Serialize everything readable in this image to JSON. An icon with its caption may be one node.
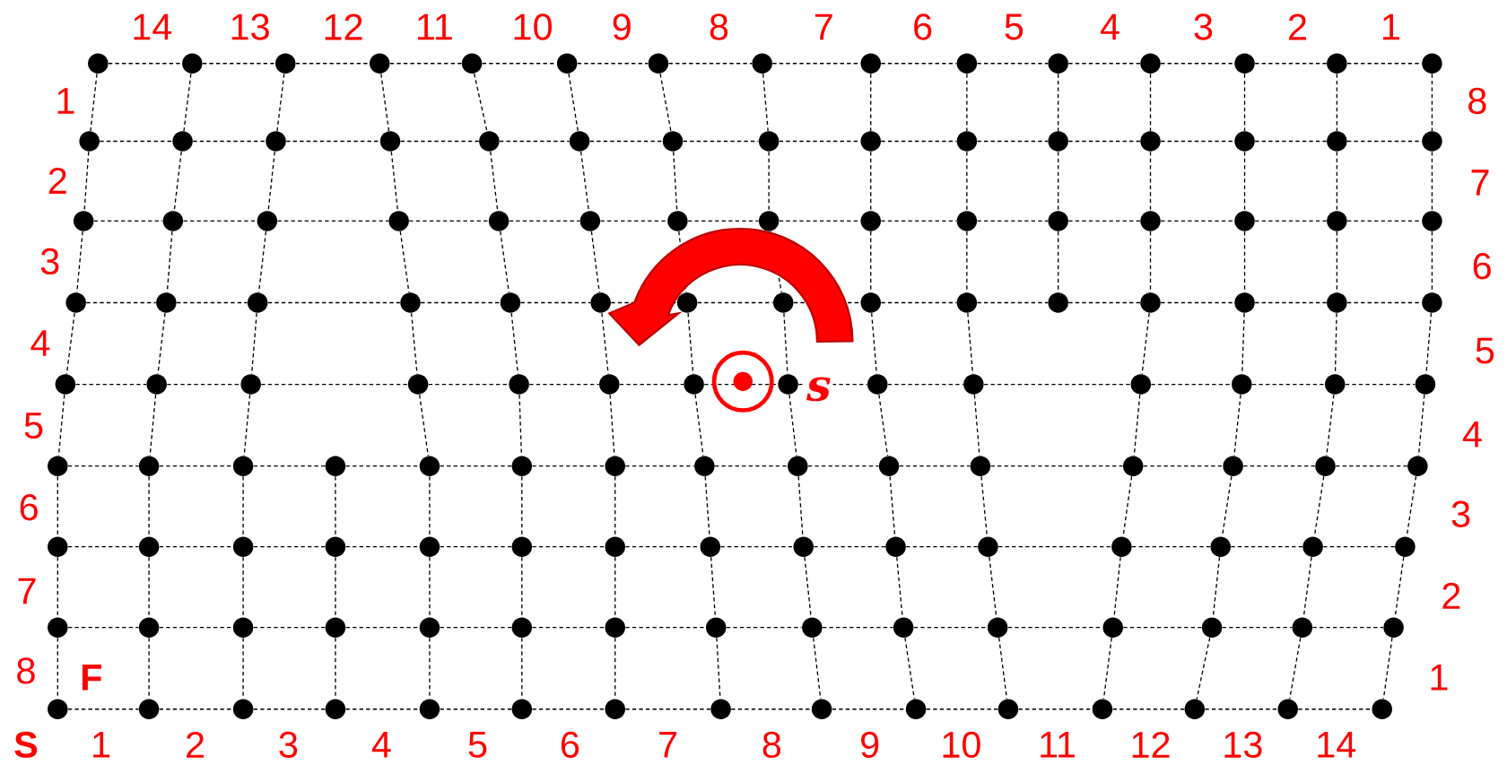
{
  "diagram": {
    "nodes": [
      {
        "text": [],
        "shape": "circle"
      },
      {
        "text": [],
        "shape": "circle"
      },
      {
        "text": [],
        "shape": "circle"
      },
      {
        "text": [],
        "shape": "circle"
      },
      {
        "text": [],
        "shape": "circle"
      },
      {
        "text": [],
        "shape": "circle"
      },
      {
        "text": [],
        "shape": "circle"
      },
      {
        "text": [],
        "shape": "circle"
      },
      {
        "text": [],
        "shape": "circle"
      },
      {
        "text": [],
        "shape": "circle"
      },
      {
        "text": [],
        "shape": "circle"
      },
      {
        "text": [],
        "shape": "circle"
      },
      {
        "text": [],
        "shape": "circle"
      },
      {
        "text": [],
        "shape": "circle"
      },
      {
        "text": [],
        "shape": "circle"
      },
      {
        "text": [],
        "shape": "circle"
      },
      {
        "text": [],
        "shape": "circle"
      },
      {
        "text": [],
        "shape": "circle"
      },
      {
        "text": [],
        "shape": "circle"
      },
      {
        "text": [],
        "shape": "circle"
      },
      {
        "text": [],
        "shape": "circle"
      },
      {
        "text": [],
        "shape": "circle"
      },
      {
        "text": [],
        "shape": "circle"
      },
      {
        "text": [],
        "shape": "circle"
      },
      {
        "text": [],
        "shape": "circle"
      },
      {
        "text": [],
        "shape": "circle"
      },
      {
        "text": [],
        "shape": "circle"
      },
      {
        "text": [],
        "shape": "circle"
      },
      {
        "text": [],
        "shape": "circle"
      },
      {
        "text": [],
        "shape": "circle"
      },
      {
        "text": [],
        "shape": "circle"
      },
      {
        "text": [],
        "shape": "circle"
      },
      {
        "text": [],
        "shape": "circle"
      },
      {
        "text": [],
        "shape": "circle"
      },
      {
        "text": [],
        "shape": "circle"
      },
      {
        "text": [],
        "shape": "circle"
      },
      {
        "text": [],
        "shape": "circle"
      },
      {
        "text": [],
        "shape": "circle"
      },
      {
        "text": [],
        "shape": "circle"
      },
      {
        "text": [],
        "shape": "circle"
      },
      {
        "text": [],
        "shape": "circle"
      },
      {
        "text": [],
        "shape": "circle"
      },
      {
        "text": [],
        "shape": "circle"
      },
      {
        "text": [],
        "shape": "circle"
      },
      {
        "text": [],
        "shape": "circle"
      },
      {
        "text": [],
        "shape": "circle"
      },
      {
        "text": [],
        "shape": "circle"
      },
      {
        "text": [],
        "shape": "circle"
      },
      {
        "text": [],
        "shape": "circle"
      },
      {
        "text": [],
        "shape": "circle"
      },
      {
        "text": [],
        "shape": "circle"
      },
      {
        "text": [],
        "shape": "circle"
      },
      {
        "text": [],
        "shape": "circle"
      },
      {
        "text": [],
        "shape": "circle"
      },
      {
        "text": [],
        "shape": "circle"
      },
      {
        "text": [],
        "shape": "circle"
      },
      {
        "text": [],
        "shape": "circle"
      },
      {
        "text": [],
        "shape": "circle"
      },
      {
        "text": [],
        "shape": "circle"
      },
      {
        "text": [],
        "shape": "circle"
      },
      {
        "text": [],
        "shape": "circle"
      },
      {
        "text": [],
        "shape": "circle"
      },
      {
        "text": [],
        "shape": "circle"
      },
      {
        "text": [],
        "shape": "circle"
      },
      {
        "text": [],
        "shape": "circle"
      },
      {
        "text": [],
        "shape": "circle"
      },
      {
        "text": [],
        "shape": "circle"
      },
      {
        "text": [],
        "shape": "circle"
      },
      {
        "text": [],
        "shape": "circle"
      },
      {
        "text": [],
        "shape": "circle"
      },
      {
        "text": [],
        "shape": "circle"
      },
      {
        "text": [],
        "shape": "circle"
      },
      {
        "text": [],
        "shape": "circle"
      },
      {
        "text": [],
        "shape": "circle"
      },
      {
        "text": [],
        "shape": "circle"
      },
      {
        "text": [],
        "shape": "circle"
      },
      {
        "text": [],
        "shape": "circle"
      },
      {
        "text": [],
        "shape": "circle"
      },
      {
        "text": [],
        "shape": "circle"
      },
      {
        "text": [],
        "shape": "circle"
      },
      {
        "text": [],
        "shape": "circle"
      },
      {
        "text": [],
        "shape": "circle"
      },
      {
        "text": [],
        "shape": "circle"
      },
      {
        "text": [],
        "shape": "circle"
      },
      {
        "text": [],
        "shape": "circle"
      },
      {
        "text": [],
        "shape": "circle"
      },
      {
        "text": [],
        "shape": "circle"
      },
      {
        "text": [],
        "shape": "circle"
      },
      {
        "text": [],
        "shape": "circle"
      },
      {
        "text": [],
        "shape": "circle"
      },
      {
        "text": [],
        "shape": "circle"
      },
      {
        "text": [],
        "shape": "circle"
      },
      {
        "text": [],
        "shape": "circle"
      },
      {
        "text": [],
        "shape": "circle"
      },
      {
        "text": [],
        "shape": "circle"
      },
      {
        "text": [],
        "shape": "circle"
      },
      {
        "text": [],
        "shape": "circle"
      },
      {
        "text": [],
        "shape": "circle"
      },
      {
        "text": [],
        "shape": "circle"
      },
      {
        "text": [],
        "shape": "circle"
      },
      {
        "text": [],
        "shape": "circle"
      },
      {
        "text": [],
        "shape": "circle"
      },
      {
        "text": [],
        "shape": "circle"
      },
      {
        "text": [],
        "shape": "circle"
      },
      {
        "text": [],
        "shape": "circle"
      },
      {
        "text": [],
        "shape": "circle"
      },
      {
        "text": [],
        "shape": "circle"
      },
      {
        "text": [],
        "shape": "circle"
      },
      {
        "text": [],
        "shape": "circle"
      },
      {
        "text": [],
        "shape": "circle"
      },
      {
        "text": [],
        "shape": "circle"
      },
      {
        "text": [],
        "shape": "circle"
      },
      {
        "text": [],
        "shape": "circle"
      },
      {
        "text": [],
        "shape": "circle"
      },
      {
        "text": [],
        "shape": "circle"
      },
      {
        "text": [],
        "shape": "circle"
      },
      {
        "text": [],
        "shape": "circle"
      },
      {
        "text": [],
        "shape": "circle"
      },
      {
        "text": [],
        "shape": "circle"
      },
      {
        "text": [],
        "shape": "circle"
      },
      {
        "text": [],
        "shape": "circle"
      },
      {
        "text": [],
        "shape": "circle"
      },
      {
        "text": [],
        "shape": "circle"
      },
      {
        "text": [],
        "shape": "circle"
      },
      {
        "text": [],
        "shape": "circle"
      },
      {
        "text": [],
        "shape": "circle"
      },
      {
        "text": [],
        "shape": "circle"
      },
      {
        "text": [],
        "shape": "circle"
      },
      {
        "text": [],
        "shape": "circle"
      },
      {
        "text": [],
        "shape": "circle"
      },
      {
        "text": [],
        "shape": "circle"
      },
      {
        "text": [],
        "shape": "circle"
      },
      {
        "text": [],
        "shape": "circle"
      },
      {
        "text": [],
        "shape": "circle"
      }
    ],
    "edges": [
      {
        "from": 0,
        "to": 1,
        "arrow": "none",
        "style": "dashed"
      },
      {
        "from": 1,
        "to": 2,
        "arrow": "none",
        "style": "dashed"
      },
      {
        "from": 2,
        "to": 3,
        "arrow": "none",
        "style": "dashed"
      },
      {
        "from": 3,
        "to": 4,
        "arrow": "none",
        "style": "dashed"
      },
      {
        "from": 4,
        "to": 5,
        "arrow": "none",
        "style": "dashed"
      },
      {
        "from": 5,
        "to": 6,
        "arrow": "none",
        "style": "dashed"
      },
      {
        "from": 6,
        "to": 7,
        "arrow": "none",
        "style": "dashed"
      },
      {
        "from": 7,
        "to": 8,
        "arrow": "none",
        "style": "dashed"
      },
      {
        "from": 8,
        "to": 9,
        "arrow": "none",
        "style": "dashed"
      },
      {
        "from": 9,
        "to": 10,
        "arrow": "none",
        "style": "dashed"
      },
      {
        "from": 10,
        "to": 11,
        "arrow": "none",
        "style": "dashed"
      },
      {
        "from": 11,
        "to": 12,
        "arrow": "none",
        "style": "dashed"
      },
      {
        "from": 12,
        "to": 13,
        "arrow": "none",
        "style": "dashed"
      },
      {
        "from": 13,
        "to": 14,
        "arrow": "none",
        "style": "dashed"
      },
      {
        "from": 15,
        "to": 16,
        "arrow": "none",
        "style": "dashed"
      },
      {
        "from": 16,
        "to": 17,
        "arrow": "none",
        "style": "dashed"
      },
      {
        "from": 17,
        "to": 18,
        "arrow": "none",
        "style": "dashed"
      },
      {
        "from": 18,
        "to": 19,
        "arrow": "none",
        "style": "dashed"
      },
      {
        "from": 19,
        "to": 20,
        "arrow": "none",
        "style": "dashed"
      },
      {
        "from": 20,
        "to": 21,
        "arrow": "none",
        "style": "dashed"
      },
      {
        "from": 21,
        "to": 22,
        "arrow": "none",
        "style": "dashed"
      },
      {
        "from": 22,
        "to": 23,
        "arrow": "none",
        "style": "dashed"
      },
      {
        "from": 23,
        "to": 24,
        "arrow": "none",
        "style": "dashed"
      },
      {
        "from": 24,
        "to": 25,
        "arrow": "none",
        "style": "dashed"
      },
      {
        "from": 25,
        "to": 26,
        "arrow": "none",
        "style": "dashed"
      },
      {
        "from": 26,
        "to": 27,
        "arrow": "none",
        "style": "dashed"
      },
      {
        "from": 27,
        "to": 28,
        "arrow": "none",
        "style": "dashed"
      },
      {
        "from": 28,
        "to": 29,
        "arrow": "none",
        "style": "dashed"
      },
      {
        "from": 30,
        "to": 31,
        "arrow": "none",
        "style": "dashed"
      },
      {
        "from": 31,
        "to": 32,
        "arrow": "none",
        "style": "dashed"
      },
      {
        "from": 32,
        "to": 33,
        "arrow": "none",
        "style": "dashed"
      },
      {
        "from": 33,
        "to": 34,
        "arrow": "none",
        "style": "dashed"
      },
      {
        "from": 34,
        "to": 35,
        "arrow": "none",
        "style": "dashed"
      },
      {
        "from": 35,
        "to": 36,
        "arrow": "none",
        "style": "dashed"
      },
      {
        "from": 36,
        "to": 37,
        "arrow": "none",
        "style": "dashed"
      },
      {
        "from": 37,
        "to": 38,
        "arrow": "none",
        "style": "dashed"
      },
      {
        "from": 38,
        "to": 39,
        "arrow": "none",
        "style": "dashed"
      },
      {
        "from": 39,
        "to": 40,
        "arrow": "none",
        "style": "dashed"
      },
      {
        "from": 40,
        "to": 41,
        "arrow": "none",
        "style": "dashed"
      },
      {
        "from": 41,
        "to": 42,
        "arrow": "none",
        "style": "dashed"
      },
      {
        "from": 42,
        "to": 43,
        "arrow": "none",
        "style": "dashed"
      },
      {
        "from": 43,
        "to": 44,
        "arrow": "none",
        "style": "dashed"
      },
      {
        "from": 45,
        "to": 46,
        "arrow": "none",
        "style": "dashed"
      },
      {
        "from": 46,
        "to": 47,
        "arrow": "none",
        "style": "dashed"
      },
      {
        "from": 47,
        "to": 48,
        "arrow": "none",
        "style": "dashed"
      },
      {
        "from": 48,
        "to": 49,
        "arrow": "none",
        "style": "dashed"
      },
      {
        "from": 49,
        "to": 50,
        "arrow": "none",
        "style": "dashed"
      },
      {
        "from": 50,
        "to": 51,
        "arrow": "none",
        "style": "dashed"
      },
      {
        "from": 51,
        "to": 52,
        "arrow": "none",
        "style": "dashed"
      },
      {
        "from": 52,
        "to": 53,
        "arrow": "none",
        "style": "dashed"
      },
      {
        "from": 53,
        "to": 54,
        "arrow": "none",
        "style": "dashed"
      },
      {
        "from": 54,
        "to": 55,
        "arrow": "none",
        "style": "dashed"
      },
      {
        "from": 55,
        "to": 56,
        "arrow": "none",
        "style": "dashed"
      },
      {
        "from": 56,
        "to": 57,
        "arrow": "none",
        "style": "dashed"
      },
      {
        "from": 57,
        "to": 58,
        "arrow": "none",
        "style": "dashed"
      },
      {
        "from": 58,
        "to": 59,
        "arrow": "none",
        "style": "dashed"
      },
      {
        "from": 60,
        "to": 61,
        "arrow": "none",
        "style": "dashed"
      },
      {
        "from": 61,
        "to": 62,
        "arrow": "none",
        "style": "dashed"
      },
      {
        "from": 62,
        "to": 63,
        "arrow": "none",
        "style": "dashed"
      },
      {
        "from": 63,
        "to": 64,
        "arrow": "none",
        "style": "dashed"
      },
      {
        "from": 64,
        "to": 65,
        "arrow": "none",
        "style": "dashed"
      },
      {
        "from": 65,
        "to": 66,
        "arrow": "none",
        "style": "dashed"
      },
      {
        "from": 66,
        "to": 67,
        "arrow": "none",
        "style": "dashed"
      },
      {
        "from": 67,
        "to": 68,
        "arrow": "none",
        "style": "dashed"
      },
      {
        "from": 68,
        "to": 69,
        "arrow": "none",
        "style": "dashed"
      },
      {
        "from": 69,
        "to": 70,
        "arrow": "none",
        "style": "dashed"
      },
      {
        "from": 70,
        "to": 71,
        "arrow": "none",
        "style": "dashed"
      },
      {
        "from": 71,
        "to": 72,
        "arrow": "none",
        "style": "dashed"
      },
      {
        "from": 72,
        "to": 73,
        "arrow": "none",
        "style": "dashed"
      },
      {
        "from": 74,
        "to": 75,
        "arrow": "none",
        "style": "dashed"
      },
      {
        "from": 75,
        "to": 76,
        "arrow": "none",
        "style": "dashed"
      },
      {
        "from": 76,
        "to": 77,
        "arrow": "none",
        "style": "dashed"
      },
      {
        "from": 77,
        "to": 78,
        "arrow": "none",
        "style": "dashed"
      },
      {
        "from": 78,
        "to": 79,
        "arrow": "none",
        "style": "dashed"
      },
      {
        "from": 79,
        "to": 80,
        "arrow": "none",
        "style": "dashed"
      },
      {
        "from": 80,
        "to": 81,
        "arrow": "none",
        "style": "dashed"
      },
      {
        "from": 81,
        "to": 82,
        "arrow": "none",
        "style": "dashed"
      },
      {
        "from": 82,
        "to": 83,
        "arrow": "none",
        "style": "dashed"
      },
      {
        "from": 83,
        "to": 84,
        "arrow": "none",
        "style": "dashed"
      },
      {
        "from": 84,
        "to": 85,
        "arrow": "none",
        "style": "dashed"
      },
      {
        "from": 85,
        "to": 86,
        "arrow": "none",
        "style": "dashed"
      },
      {
        "from": 86,
        "to": 87,
        "arrow": "none",
        "style": "dashed"
      },
      {
        "from": 87,
        "to": 88,
        "arrow": "none",
        "style": "dashed"
      },
      {
        "from": 89,
        "to": 90,
        "arrow": "none",
        "style": "dashed"
      },
      {
        "from": 90,
        "to": 91,
        "arrow": "none",
        "style": "dashed"
      },
      {
        "from": 91,
        "to": 92,
        "arrow": "none",
        "style": "dashed"
      },
      {
        "from": 92,
        "to": 93,
        "arrow": "none",
        "style": "dashed"
      },
      {
        "from": 93,
        "to": 94,
        "arrow": "none",
        "style": "dashed"
      },
      {
        "from": 94,
        "to": 95,
        "arrow": "none",
        "style": "dashed"
      },
      {
        "from": 95,
        "to": 96,
        "arrow": "none",
        "style": "dashed"
      },
      {
        "from": 96,
        "to": 97,
        "arrow": "none",
        "style": "dashed"
      },
      {
        "from": 97,
        "to": 98,
        "arrow": "none",
        "style": "dashed"
      },
      {
        "from": 98,
        "to": 99,
        "arrow": "none",
        "style": "dashed"
      },
      {
        "from": 99,
        "to": 100,
        "arrow": "none",
        "style": "dashed"
      },
      {
        "from": 100,
        "to": 101,
        "arrow": "none",
        "style": "dashed"
      },
      {
        "from": 101,
        "to": 102,
        "arrow": "none",
        "style": "dashed"
      },
      {
        "from": 102,
        "to": 103,
        "arrow": "none",
        "style": "dashed"
      },
      {
        "from": 104,
        "to": 105,
        "arrow": "none",
        "style": "dashed"
      },
      {
        "from": 105,
        "to": 106,
        "arrow": "none",
        "style": "dashed"
      },
      {
        "from": 106,
        "to": 107,
        "arrow": "none",
        "style": "dashed"
      },
      {
        "from": 107,
        "to": 108,
        "arrow": "none",
        "style": "dashed"
      },
      {
        "from": 108,
        "to": 109,
        "arrow": "none",
        "style": "dashed"
      },
      {
        "from": 109,
        "to": 110,
        "arrow": "none",
        "style": "dashed"
      },
      {
        "from": 110,
        "to": 111,
        "arrow": "none",
        "style": "dashed"
      },
      {
        "from": 111,
        "to": 112,
        "arrow": "none",
        "style": "dashed"
      },
      {
        "from": 112,
        "to": 113,
        "arrow": "none",
        "style": "dashed"
      },
      {
        "from": 113,
        "to": 114,
        "arrow": "none",
        "style": "dashed"
      },
      {
        "from": 114,
        "to": 115,
        "arrow": "none",
        "style": "dashed"
      },
      {
        "from": 115,
        "to": 116,
        "arrow": "none",
        "style": "dashed"
      },
      {
        "from": 116,
        "to": 117,
        "arrow": "none",
        "style": "dashed"
      },
      {
        "from": 117,
        "to": 118,
        "arrow": "none",
        "style": "dashed"
      },
      {
        "from": 119,
        "to": 120,
        "arrow": "none",
        "style": "dashed"
      },
      {
        "from": 120,
        "to": 121,
        "arrow": "none",
        "style": "dashed"
      },
      {
        "from": 121,
        "to": 122,
        "arrow": "none",
        "style": "dashed"
      },
      {
        "from": 122,
        "to": 123,
        "arrow": "none",
        "style": "dashed"
      },
      {
        "from": 123,
        "to": 124,
        "arrow": "none",
        "style": "dashed"
      },
      {
        "from": 124,
        "to": 125,
        "arrow": "none",
        "style": "dashed"
      },
      {
        "from": 125,
        "to": 126,
        "arrow": "none",
        "style": "dashed"
      },
      {
        "from": 126,
        "to": 127,
        "arrow": "none",
        "style": "dashed"
      },
      {
        "from": 127,
        "to": 128,
        "arrow": "none",
        "style": "dashed"
      },
      {
        "from": 128,
        "to": 129,
        "arrow": "none",
        "style": "dashed"
      },
      {
        "from": 129,
        "to": 130,
        "arrow": "none",
        "style": "dashed"
      },
      {
        "from": 130,
        "to": 131,
        "arrow": "none",
        "style": "dashed"
      },
      {
        "from": 131,
        "to": 132,
        "arrow": "none",
        "style": "dashed"
      },
      {
        "from": 132,
        "to": 133,
        "arrow": "none",
        "style": "dashed"
      },
      {
        "from": 0,
        "to": 15,
        "arrow": "none",
        "style": "dashed"
      },
      {
        "from": 1,
        "to": 16,
        "arrow": "none",
        "style": "dashed"
      },
      {
        "from": 2,
        "to": 17,
        "arrow": "none",
        "style": "dashed"
      },
      {
        "from": 3,
        "to": 18,
        "arrow": "none",
        "style": "dashed"
      },
      {
        "from": 4,
        "to": 19,
        "arrow": "none",
        "style": "dashed"
      },
      {
        "from": 5,
        "to": 20,
        "arrow": "none",
        "style": "dashed"
      },
      {
        "from": 6,
        "to": 21,
        "arrow": "none",
        "style": "dashed"
      },
      {
        "from": 7,
        "to": 22,
        "arrow": "none",
        "style": "dashed"
      },
      {
        "from": 8,
        "to": 23,
        "arrow": "none",
        "style": "dashed"
      },
      {
        "from": 9,
        "to": 24,
        "arrow": "none",
        "style": "dashed"
      },
      {
        "from": 10,
        "to": 25,
        "arrow": "none",
        "style": "dashed"
      },
      {
        "from": 11,
        "to": 26,
        "arrow": "none",
        "style": "dashed"
      },
      {
        "from": 12,
        "to": 27,
        "arrow": "none",
        "style": "dashed"
      },
      {
        "from": 13,
        "to": 28,
        "arrow": "none",
        "style": "dashed"
      },
      {
        "from": 14,
        "to": 29,
        "arrow": "none",
        "style": "dashed"
      },
      {
        "from": 15,
        "to": 30,
        "arrow": "none",
        "style": "dashed"
      },
      {
        "from": 16,
        "to": 31,
        "arrow": "none",
        "style": "dashed"
      },
      {
        "from": 17,
        "to": 32,
        "arrow": "none",
        "style": "dashed"
      },
      {
        "from": 18,
        "to": 33,
        "arrow": "none",
        "style": "dashed"
      },
      {
        "from": 19,
        "to": 34,
        "arrow": "none",
        "style": "dashed"
      },
      {
        "from": 20,
        "to": 35,
        "arrow": "none",
        "style": "dashed"
      },
      {
        "from": 21,
        "to": 36,
        "arrow": "none",
        "style": "dashed"
      },
      {
        "from": 22,
        "to": 37,
        "arrow": "none",
        "style": "dashed"
      },
      {
        "from": 23,
        "to": 38,
        "arrow": "none",
        "style": "dashed"
      },
      {
        "from": 24,
        "to": 39,
        "arrow": "none",
        "style": "dashed"
      },
      {
        "from": 25,
        "to": 40,
        "arrow": "none",
        "style": "dashed"
      },
      {
        "from": 26,
        "to": 41,
        "arrow": "none",
        "style": "dashed"
      },
      {
        "from": 27,
        "to": 42,
        "arrow": "none",
        "style": "dashed"
      },
      {
        "from": 28,
        "to": 43,
        "arrow": "none",
        "style": "dashed"
      },
      {
        "from": 29,
        "to": 44,
        "arrow": "none",
        "style": "dashed"
      },
      {
        "from": 30,
        "to": 45,
        "arrow": "none",
        "style": "dashed"
      },
      {
        "from": 31,
        "to": 46,
        "arrow": "none",
        "style": "dashed"
      },
      {
        "from": 32,
        "to": 47,
        "arrow": "none",
        "style": "dashed"
      },
      {
        "from": 33,
        "to": 48,
        "arrow": "none",
        "style": "dashed"
      },
      {
        "from": 34,
        "to": 49,
        "arrow": "none",
        "style": "dashed"
      },
      {
        "from": 35,
        "to": 50,
        "arrow": "none",
        "style": "dashed"
      },
      {
        "from": 36,
        "to": 51,
        "arrow": "none",
        "style": "dashed"
      },
      {
        "from": 37,
        "to": 52,
        "arrow": "none",
        "style": "dashed"
      },
      {
        "from": 38,
        "to": 53,
        "arrow": "none",
        "style": "dashed"
      },
      {
        "from": 39,
        "to": 54,
        "arrow": "none",
        "style": "dashed"
      },
      {
        "from": 40,
        "to": 55,
        "arrow": "none",
        "style": "dashed"
      },
      {
        "from": 41,
        "to": 56,
        "arrow": "none",
        "style": "dashed"
      },
      {
        "from": 42,
        "to": 57,
        "arrow": "none",
        "style": "dashed"
      },
      {
        "from": 43,
        "to": 58,
        "arrow": "none",
        "style": "dashed"
      },
      {
        "from": 44,
        "to": 59,
        "arrow": "none",
        "style": "dashed"
      },
      {
        "from": 45,
        "to": 60,
        "arrow": "none",
        "style": "dashed"
      },
      {
        "from": 46,
        "to": 61,
        "arrow": "none",
        "style": "dashed"
      },
      {
        "from": 47,
        "to": 62,
        "arrow": "none",
        "style": "dashed"
      },
      {
        "from": 48,
        "to": 63,
        "arrow": "none",
        "style": "dashed"
      },
      {
        "from": 49,
        "to": 64,
        "arrow": "none",
        "style": "dashed"
      },
      {
        "from": 50,
        "to": 65,
        "arrow": "none",
        "style": "dashed"
      },
      {
        "from": 51,
        "to": 66,
        "arrow": "none",
        "style": "dashed"
      },
      {
        "from": 52,
        "to": 67,
        "arrow": "none",
        "style": "dashed"
      },
      {
        "from": 53,
        "to": 68,
        "arrow": "none",
        "style": "dashed"
      },
      {
        "from": 54,
        "to": 69,
        "arrow": "none",
        "style": "dashed"
      },
      {
        "from": 56,
        "to": 70,
        "arrow": "none",
        "style": "dashed"
      },
      {
        "from": 57,
        "to": 71,
        "arrow": "none",
        "style": "dashed"
      },
      {
        "from": 58,
        "to": 72,
        "arrow": "none",
        "style": "dashed"
      },
      {
        "from": 59,
        "to": 73,
        "arrow": "none",
        "style": "dashed"
      },
      {
        "from": 60,
        "to": 74,
        "arrow": "none",
        "style": "dashed"
      },
      {
        "from": 61,
        "to": 75,
        "arrow": "none",
        "style": "dashed"
      },
      {
        "from": 62,
        "to": 76,
        "arrow": "none",
        "style": "dashed"
      },
      {
        "from": 63,
        "to": 78,
        "arrow": "none",
        "style": "dashed"
      },
      {
        "from": 64,
        "to": 79,
        "arrow": "none",
        "style": "dashed"
      },
      {
        "from": 65,
        "to": 80,
        "arrow": "none",
        "style": "dashed"
      },
      {
        "from": 66,
        "to": 81,
        "arrow": "none",
        "style": "dashed"
      },
      {
        "from": 67,
        "to": 82,
        "arrow": "none",
        "style": "dashed"
      },
      {
        "from": 68,
        "to": 83,
        "arrow": "none",
        "style": "dashed"
      },
      {
        "from": 69,
        "to": 84,
        "arrow": "none",
        "style": "dashed"
      },
      {
        "from": 70,
        "to": 85,
        "arrow": "none",
        "style": "dashed"
      },
      {
        "from": 71,
        "to": 86,
        "arrow": "none",
        "style": "dashed"
      },
      {
        "from": 72,
        "to": 87,
        "arrow": "none",
        "style": "dashed"
      },
      {
        "from": 73,
        "to": 88,
        "arrow": "none",
        "style": "dashed"
      },
      {
        "from": 74,
        "to": 89,
        "arrow": "none",
        "style": "dashed"
      },
      {
        "from": 75,
        "to": 90,
        "arrow": "none",
        "style": "dashed"
      },
      {
        "from": 76,
        "to": 91,
        "arrow": "none",
        "style": "dashed"
      },
      {
        "from": 77,
        "to": 92,
        "arrow": "none",
        "style": "dashed"
      },
      {
        "from": 78,
        "to": 93,
        "arrow": "none",
        "style": "dashed"
      },
      {
        "from": 79,
        "to": 94,
        "arrow": "none",
        "style": "dashed"
      },
      {
        "from": 80,
        "to": 95,
        "arrow": "none",
        "style": "dashed"
      },
      {
        "from": 81,
        "to": 96,
        "arrow": "none",
        "style": "dashed"
      },
      {
        "from": 82,
        "to": 97,
        "arrow": "none",
        "style": "dashed"
      },
      {
        "from": 83,
        "to": 98,
        "arrow": "none",
        "style": "dashed"
      },
      {
        "from": 84,
        "to": 99,
        "arrow": "none",
        "style": "dashed"
      },
      {
        "from": 85,
        "to": 100,
        "arrow": "none",
        "style": "dashed"
      },
      {
        "from": 86,
        "to": 101,
        "arrow": "none",
        "style": "dashed"
      },
      {
        "from": 87,
        "to": 102,
        "arrow": "none",
        "style": "dashed"
      },
      {
        "from": 88,
        "to": 103,
        "arrow": "none",
        "style": "dashed"
      },
      {
        "from": 89,
        "to": 104,
        "arrow": "none",
        "style": "dashed"
      },
      {
        "from": 90,
        "to": 105,
        "arrow": "none",
        "style": "dashed"
      },
      {
        "from": 91,
        "to": 106,
        "arrow": "none",
        "style": "dashed"
      },
      {
        "from": 92,
        "to": 107,
        "arrow": "none",
        "style": "dashed"
      },
      {
        "from": 93,
        "to": 108,
        "arrow": "none",
        "style": "dashed"
      },
      {
        "from": 94,
        "to": 109,
        "arrow": "none",
        "style": "dashed"
      },
      {
        "from": 95,
        "to": 110,
        "arrow": "none",
        "style": "dashed"
      },
      {
        "from": 96,
        "to": 111,
        "arrow": "none",
        "style": "dashed"
      },
      {
        "from": 97,
        "to": 112,
        "arrow": "none",
        "style": "dashed"
      },
      {
        "from": 98,
        "to": 113,
        "arrow": "none",
        "style": "dashed"
      },
      {
        "from": 99,
        "to": 114,
        "arrow": "none",
        "style": "dashed"
      },
      {
        "from": 100,
        "to": 115,
        "arrow": "none",
        "style": "dashed"
      },
      {
        "from": 101,
        "to": 116,
        "arrow": "none",
        "style": "dashed"
      },
      {
        "from": 102,
        "to": 117,
        "arrow": "none",
        "style": "dashed"
      },
      {
        "from": 103,
        "to": 118,
        "arrow": "none",
        "style": "dashed"
      },
      {
        "from": 104,
        "to": 119,
        "arrow": "none",
        "style": "dashed"
      },
      {
        "from": 105,
        "to": 120,
        "arrow": "none",
        "style": "dashed"
      },
      {
        "from": 106,
        "to": 121,
        "arrow": "none",
        "style": "dashed"
      },
      {
        "from": 107,
        "to": 122,
        "arrow": "none",
        "style": "dashed"
      },
      {
        "from": 108,
        "to": 123,
        "arrow": "none",
        "style": "dashed"
      },
      {
        "from": 109,
        "to": 124,
        "arrow": "none",
        "style": "dashed"
      },
      {
        "from": 110,
        "to": 125,
        "arrow": "none",
        "style": "dashed"
      },
      {
        "from": 111,
        "to": 126,
        "arrow": "none",
        "style": "dashed"
      },
      {
        "from": 112,
        "to": 127,
        "arrow": "none",
        "style": "dashed"
      },
      {
        "from": 113,
        "to": 128,
        "arrow": "none",
        "style": "dashed"
      },
      {
        "from": 114,
        "to": 129,
        "arrow": "none",
        "style": "dashed"
      },
      {
        "from": 115,
        "to": 130,
        "arrow": "none",
        "style": "dashed"
      },
      {
        "from": 116,
        "to": 131,
        "arrow": "none",
        "style": "dashed"
      },
      {
        "from": 117,
        "to": 132,
        "arrow": "none",
        "style": "dashed"
      },
      {
        "from": 118,
        "to": 133,
        "arrow": "none",
        "style": "dashed"
      }
    ],
    "labels": [
      "14",
      "13",
      "12",
      "11",
      "10",
      "9",
      "8",
      "7",
      "6",
      "5",
      "4",
      "3",
      "2",
      "1",
      "1",
      "2",
      "3",
      "4",
      "5",
      "6",
      "7",
      "8",
      "8",
      "7",
      "6",
      "5",
      "4",
      "3",
      "2",
      "1",
      "s",
      "F",
      "S",
      "1",
      "2",
      "3",
      "4",
      "5",
      "6",
      "7",
      "8",
      "9",
      "10",
      "11",
      "12",
      "13",
      "14"
    ]
  }
}
